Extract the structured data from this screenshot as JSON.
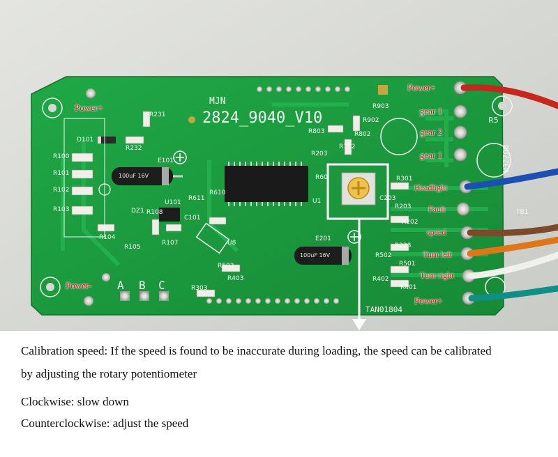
{
  "board": {
    "model_top": "MJN",
    "model": "2824_9040_V10",
    "serial": "TAN01804",
    "buzzer": "BUZZER",
    "abc": [
      "A",
      "B",
      "C"
    ],
    "refs": {
      "d101": "D101",
      "r231": "R231",
      "r232": "R232",
      "r100": "R100",
      "r101": "R101",
      "r102": "R102",
      "r103": "R103",
      "r104": "R104",
      "r105": "R105",
      "e101": "E101",
      "dz1": "DZ1",
      "r108": "R108",
      "u101": "U101",
      "r107": "R107",
      "c101": "C101",
      "r611": "R611",
      "r610": "R610",
      "u8": "U8",
      "r503": "R503",
      "r403": "R403",
      "r303": "R303",
      "e201": "E201",
      "r803": "R803",
      "r802": "R802",
      "r903": "R903",
      "r902": "R902",
      "r702": "R702",
      "r203": "R203",
      "r301": "R301",
      "r202": "R202",
      "r203b": "R203",
      "r223": "R223",
      "r501": "R501",
      "r502": "R502",
      "r401": "R401",
      "r402": "R402",
      "c203": "C203",
      "r5": "R5",
      "tb1": "TB1",
      "u1": "U1",
      "r60": "R60"
    },
    "cap_text": "100uF 16V"
  },
  "labels": {
    "power_top_left": "Power+",
    "power_top_right": "Power+",
    "gear_1a": "gear 1",
    "gear_2": "gear 2",
    "gear_1b": "gear 1",
    "headlight": "Headlight",
    "fault": "Fault",
    "speed": "speed",
    "turn_left": "Turn left",
    "turn_right": "Turn right",
    "power_bottom_right": "Power+",
    "power_minus": "Power-"
  },
  "notes": {
    "calibration": "Calibration speed: If the speed is found to be inaccurate during loading, the speed can be calibrated",
    "calibration_cont": "by adjusting the rotary potentiometer",
    "clockwise": "Clockwise: slow down",
    "counterclockwise": "Counterclockwise: adjust the speed"
  },
  "colors": {
    "pcb": "#1a9a3c",
    "highlight_box": "#ffffff",
    "label_red": "#d81e1e",
    "wire_red": "#c7261f",
    "wire_blue": "#1c4fb5",
    "wire_brown": "#7a4a2b",
    "wire_orange": "#e0761a",
    "wire_white": "#f1f1ec",
    "wire_teal": "#0f8f86"
  }
}
